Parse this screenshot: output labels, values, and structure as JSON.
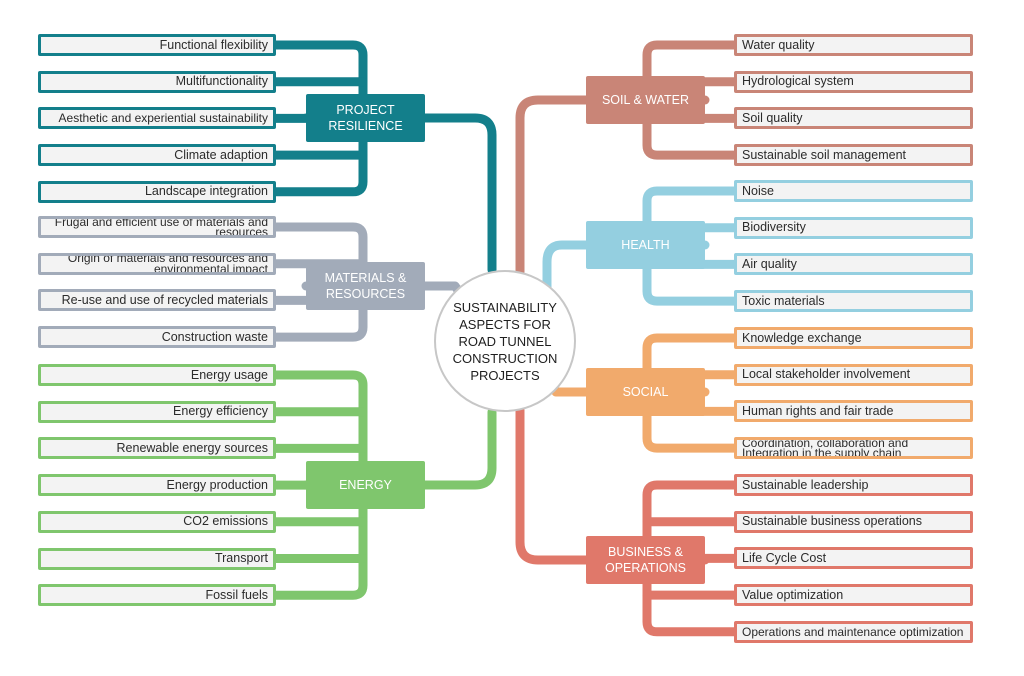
{
  "center": {
    "label": "SUSTAINABILITY ASPECTS FOR ROAD TUNNEL CONSTRUCTION PROJECTS"
  },
  "groups": [
    {
      "id": "project-resilience",
      "label": "PROJECT RESILIENCE",
      "color": "#137f8b",
      "side": "left",
      "items": [
        "Functional flexibility",
        "Multifunctionality",
        "Aesthetic and experiential sustainability",
        "Climate adaption",
        "Landscape integration"
      ]
    },
    {
      "id": "materials-resources",
      "label": "MATERIALS & RESOURCES",
      "color": "#a2abb9",
      "side": "left",
      "items": [
        "Frugal and efficient use of materials and resources",
        "Origin of materials and resources and environmental impact",
        "Re-use and use of recycled materials",
        "Construction waste"
      ]
    },
    {
      "id": "energy",
      "label": "ENERGY",
      "color": "#7fc66d",
      "side": "left",
      "items": [
        "Energy usage",
        "Energy efficiency",
        "Renewable energy sources",
        "Energy production",
        "CO2 emissions",
        "Transport",
        "Fossil fuels"
      ]
    },
    {
      "id": "soil-water",
      "label": "SOIL & WATER",
      "color": "#c98577",
      "side": "right",
      "items": [
        "Water quality",
        "Hydrological system",
        "Soil quality",
        "Sustainable soil management"
      ]
    },
    {
      "id": "health",
      "label": "HEALTH",
      "color": "#94cfe0",
      "side": "right",
      "items": [
        "Noise",
        "Biodiversity",
        "Air quality",
        "Toxic materials"
      ]
    },
    {
      "id": "social",
      "label": "SOCIAL",
      "color": "#f1aa6c",
      "side": "right",
      "items": [
        "Knowledge exchange",
        "Local stakeholder involvement",
        "Human rights and fair trade",
        "Coordination, collaboration and Integration in the supply chain"
      ]
    },
    {
      "id": "business-operations",
      "label": "BUSINESS & OPERATIONS",
      "color": "#e0786a",
      "side": "right",
      "items": [
        "Sustainable leadership",
        "Sustainable business operations",
        "Life Cycle Cost",
        "Value optimization",
        "Operations and maintenance optimization"
      ]
    }
  ]
}
